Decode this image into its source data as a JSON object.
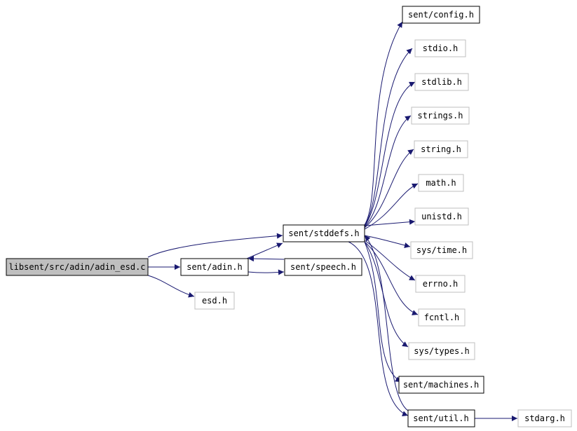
{
  "graph": {
    "root": "libsent/src/adin/adin_esd.c",
    "nodes": {
      "root": "libsent/src/adin/adin_esd.c",
      "adin": "sent/adin.h",
      "esd": "esd.h",
      "stddefs": "sent/stddefs.h",
      "speech": "sent/speech.h",
      "config": "sent/config.h",
      "stdio": "stdio.h",
      "stdlib": "stdlib.h",
      "strings": "strings.h",
      "string": "string.h",
      "math": "math.h",
      "unistd": "unistd.h",
      "systime": "sys/time.h",
      "errno": "errno.h",
      "fcntl": "fcntl.h",
      "systypes": "sys/types.h",
      "machines": "sent/machines.h",
      "util": "sent/util.h",
      "stdarg": "stdarg.h"
    },
    "edges": [
      [
        "root",
        "adin"
      ],
      [
        "root",
        "stddefs"
      ],
      [
        "root",
        "esd"
      ],
      [
        "adin",
        "stddefs"
      ],
      [
        "adin",
        "speech"
      ],
      [
        "speech",
        "adin"
      ],
      [
        "stddefs",
        "config"
      ],
      [
        "stddefs",
        "stdio"
      ],
      [
        "stddefs",
        "stdlib"
      ],
      [
        "stddefs",
        "strings"
      ],
      [
        "stddefs",
        "string"
      ],
      [
        "stddefs",
        "math"
      ],
      [
        "stddefs",
        "unistd"
      ],
      [
        "stddefs",
        "systime"
      ],
      [
        "stddefs",
        "errno"
      ],
      [
        "stddefs",
        "fcntl"
      ],
      [
        "stddefs",
        "systypes"
      ],
      [
        "stddefs",
        "machines"
      ],
      [
        "stddefs",
        "util"
      ],
      [
        "util",
        "stdarg"
      ],
      [
        "util",
        "stddefs"
      ]
    ],
    "colors": {
      "edge": "#191970",
      "root_fill": "#bfbfbf",
      "internal_border": "#000000",
      "external_border": "#bfbfbf"
    }
  }
}
